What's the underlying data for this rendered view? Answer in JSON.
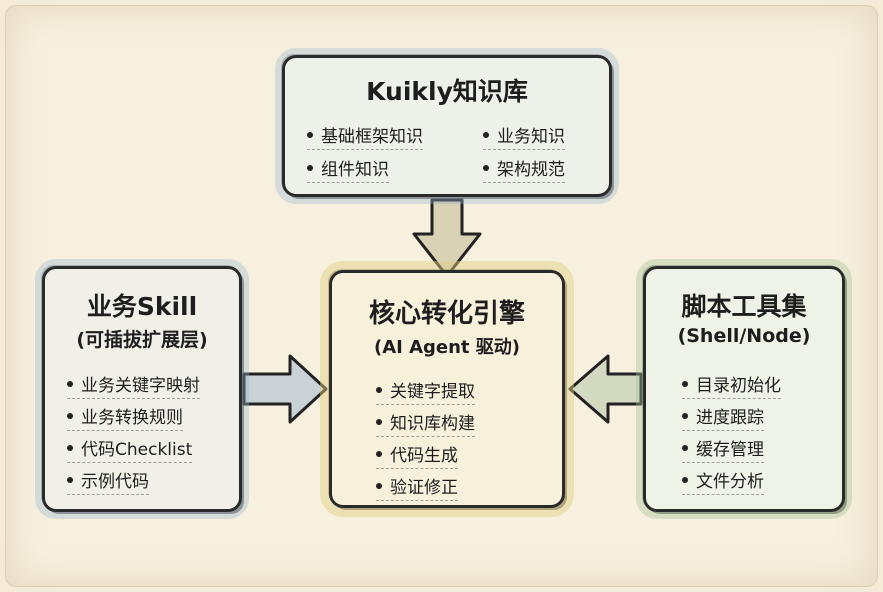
{
  "top": {
    "title": "Kuikly知识库",
    "items": [
      "基础框架知识",
      "业务知识",
      "组件知识",
      "架构规范"
    ]
  },
  "left": {
    "title": "业务Skill",
    "subtitle": "(可插拔扩展层)",
    "items": [
      "业务关键字映射",
      "业务转换规则",
      "代码Checklist",
      "示例代码"
    ]
  },
  "center": {
    "title": "核心转化引擎",
    "subtitle": "(AI Agent 驱动)",
    "items": [
      "关键字提取",
      "知识库构建",
      "代码生成",
      "验证修正"
    ]
  },
  "right": {
    "title": "脚本工具集",
    "subtitle": "(Shell/Node)",
    "items": [
      "目录初始化",
      "进度跟踪",
      "缓存管理",
      "文件分析"
    ]
  },
  "colors": {
    "top_glow": "#96b4cd",
    "left_glow": "#96b4cd",
    "center_glow": "#e0cd7d",
    "right_glow": "#a5c396",
    "arrow_fill": "#d9d2b4",
    "ink": "#1e1e1e"
  }
}
